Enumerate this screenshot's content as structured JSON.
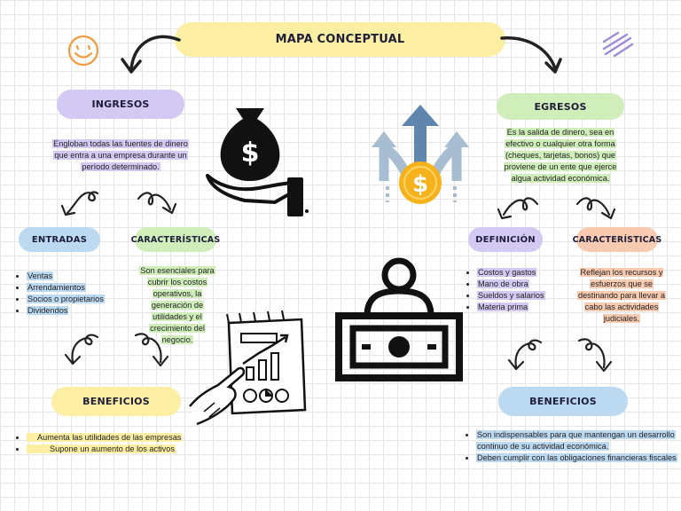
{
  "title": "MAPA CONCEPTUAL",
  "left": {
    "heading": "INGRESOS",
    "description": "Engloban todas las fuentes de dinero que entra a una empresa durante un período determinado.",
    "entradas": {
      "label": "ENTRADAS",
      "items": [
        "Ventas",
        "Arrendamientos",
        "Socios o propietarios",
        "Dividendos"
      ]
    },
    "caracteristicas": {
      "label": "CARACTERÍSTICAS",
      "text": "Son esenciales para cubrir los costos operativos, la generación de utilidades y el crecimiento del negocio."
    },
    "beneficios": {
      "label": "BENEFICIOS",
      "items": [
        "Aumenta las utilidades de las empresas",
        "Supone un aumento de los activos"
      ]
    }
  },
  "right": {
    "heading": "EGRESOS",
    "description": "Es la salida de dinero, sea en efectivo o cualquier otra forma (cheques, tarjetas, bonos) que proviene de un ente que ejerce algua actividad económica.",
    "definicion": {
      "label": "DEFINICIÓN",
      "items": [
        "Costos y gastos",
        "Mano de obra",
        "Sueldos y salarios",
        "Materia prima"
      ]
    },
    "caracteristicas": {
      "label": "CARACTERÍSTICAS",
      "text": "Reflejan los recursos y esfuerzos que se destinando para llevar a cabo las actividades judiciales."
    },
    "beneficios": {
      "label": "BENEFICIOS",
      "items": [
        "Son indispensables para que mantengan un desarrollo continuo de su actividad económica.",
        "Deben cumplir con las obligaciones financieras fiscales"
      ]
    }
  },
  "colors": {
    "yellow": "#fcefa4",
    "purple": "#d3c9f2",
    "blue": "#bcd9f2",
    "green": "#cfeeba",
    "orange": "#f8cbb0",
    "arrow": "#222222",
    "icon_blue": "#5f86ad",
    "coin": "#f6b21b"
  },
  "icons": [
    "smiley-icon",
    "scribble-icon",
    "money-bag-hand-icon",
    "money-flow-arrows-icon",
    "presentation-chart-icon",
    "person-money-icon",
    "curly-arrow-icon"
  ]
}
